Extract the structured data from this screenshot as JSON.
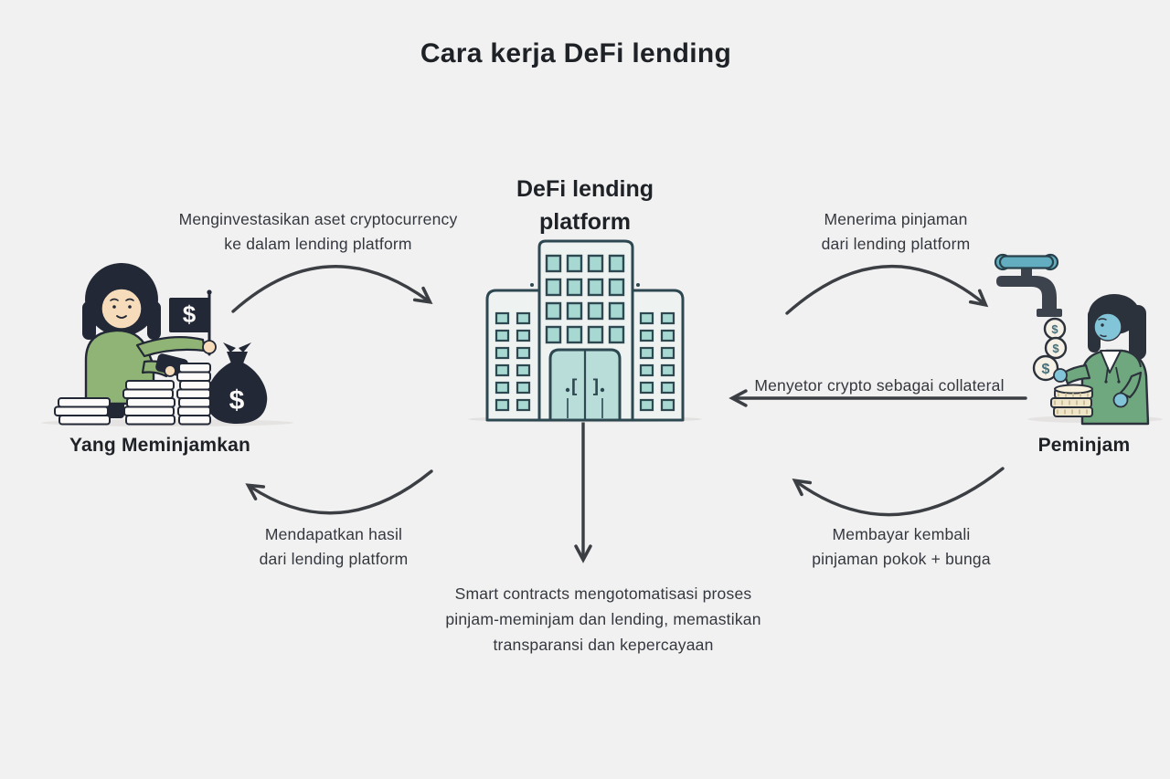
{
  "title": "Cara kerja DeFi lending",
  "platform": {
    "name_line1": "DeFi lending",
    "name_line2": "platform"
  },
  "actors": {
    "lender": {
      "label": "Yang Meminjamkan"
    },
    "borrower": {
      "label": "Peminjam"
    }
  },
  "flows": {
    "invest": {
      "line1": "Menginvestasikan aset cryptocurrency",
      "line2": "ke dalam lending platform"
    },
    "receive_loan": {
      "line1": "Menerima pinjaman",
      "line2": "dari lending platform"
    },
    "collateral": {
      "text": "Menyetor crypto sebagai collateral"
    },
    "earn_yield": {
      "line1": "Mendapatkan hasil",
      "line2": "dari lending platform"
    },
    "repay": {
      "line1": "Membayar kembali",
      "line2": "pinjaman pokok + bunga"
    }
  },
  "note": {
    "line1": "Smart contracts mengotomatisasi proses",
    "line2": "pinjam-meminjam dan lending, memastikan",
    "line3": "transparansi dan kepercayaan"
  },
  "symbols": {
    "dollar": "$",
    "door_glyph": "[ ]"
  },
  "colors": {
    "background": "#f2f1f1",
    "text_primary": "#1e2227",
    "text_secondary": "#34383e",
    "arrow": "#3b3e43",
    "building_outline": "#2d4851",
    "window_teal": "#a7d8d1",
    "door_teal": "#b9ded9",
    "lender_green": "#8fb475",
    "borrower_green": "#6fa77e",
    "borrower_skin_blue": "#82c4d8",
    "lender_skin": "#f6dcba",
    "dark_ink": "#232836",
    "faucet_gray": "#3d434c",
    "faucet_handle_teal": "#62aec0",
    "coin_cream": "#f5f1e6",
    "coin_gold": "#efe5c9"
  }
}
